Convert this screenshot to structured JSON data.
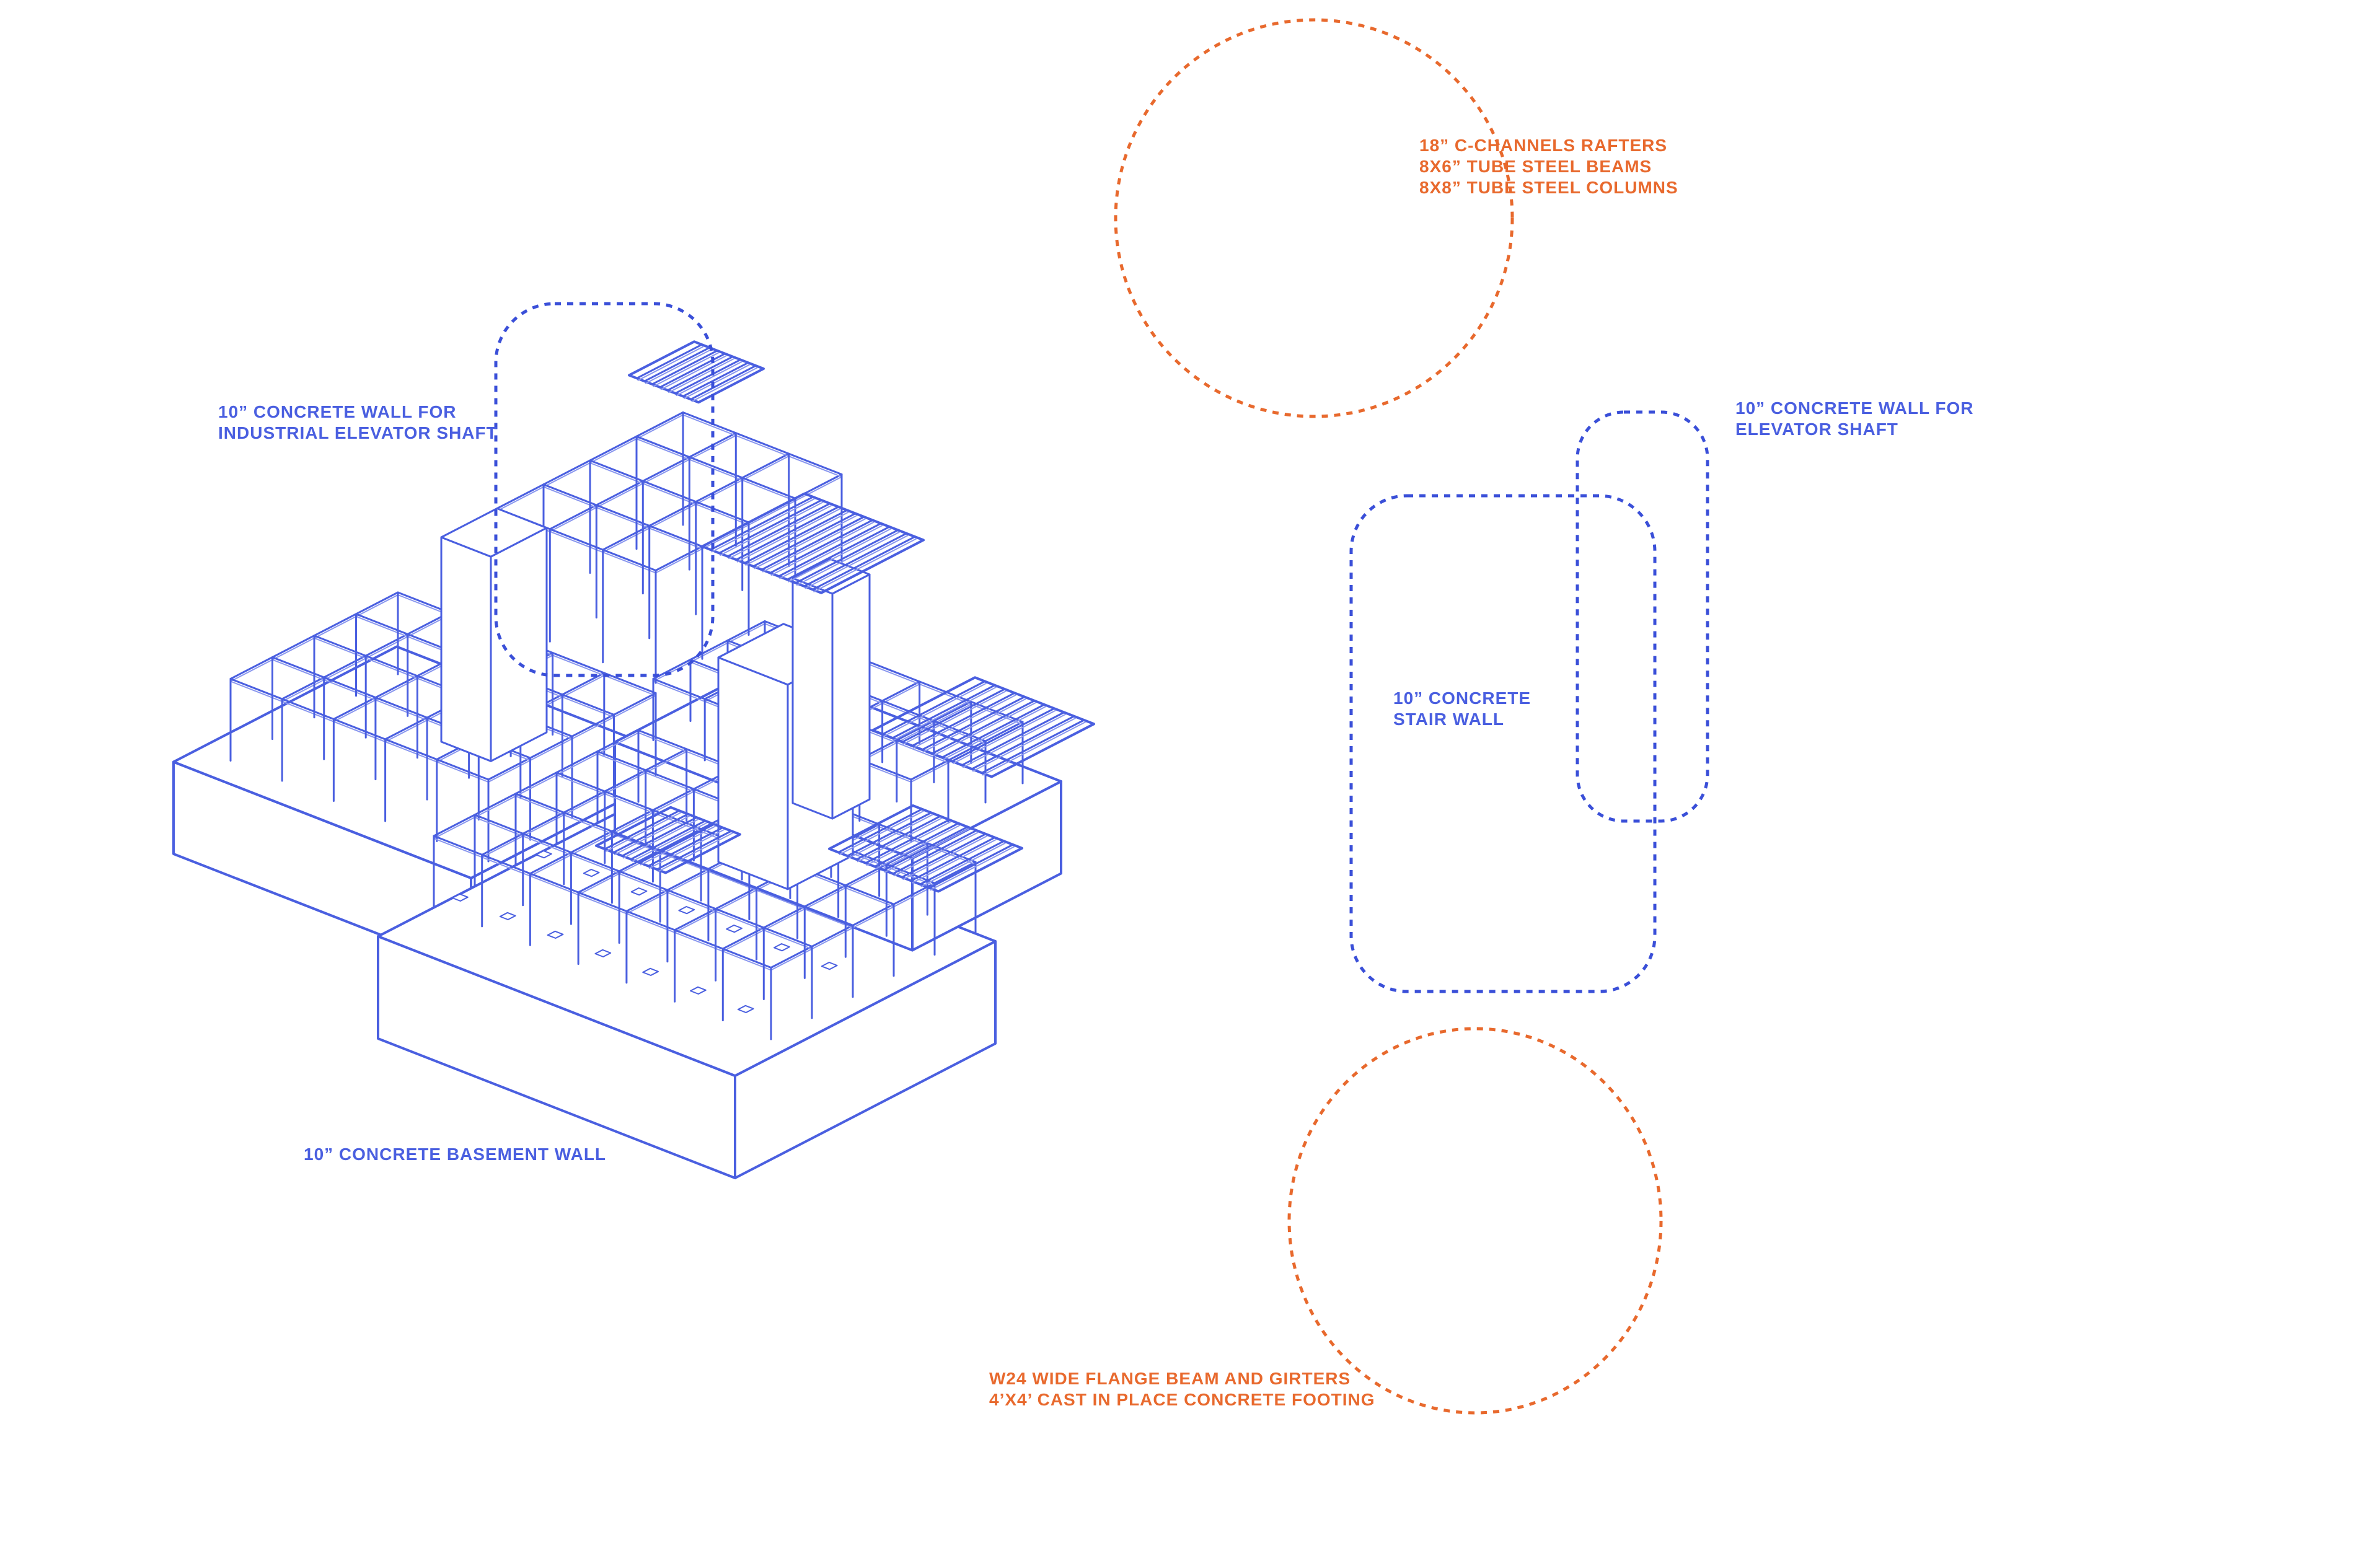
{
  "colors": {
    "structure": "#4a5fe0",
    "structure_light": "#8a97ee",
    "callout_blue": "#3a4fd8",
    "callout_orange": "#e8692d",
    "background": "#ffffff"
  },
  "labels": {
    "rafters": [
      "18” C-CHANNELS RAFTERS",
      "8X6” TUBE STEEL BEAMS",
      "8X8” TUBE STEEL COLUMNS"
    ],
    "industrial_elevator": [
      "10” CONCRETE WALL FOR",
      "INDUSTRIAL ELEVATOR SHAFT"
    ],
    "elevator": [
      "10” CONCRETE WALL FOR",
      "ELEVATOR SHAFT"
    ],
    "stair": [
      "10” CONCRETE",
      "STAIR WALL"
    ],
    "basement": [
      "10” CONCRETE BASEMENT WALL"
    ],
    "flange": [
      "W24 WIDE FLANGE BEAM AND GIRTERS",
      "4’X4’ CAST IN PLACE CONCRETE FOOTING"
    ]
  }
}
